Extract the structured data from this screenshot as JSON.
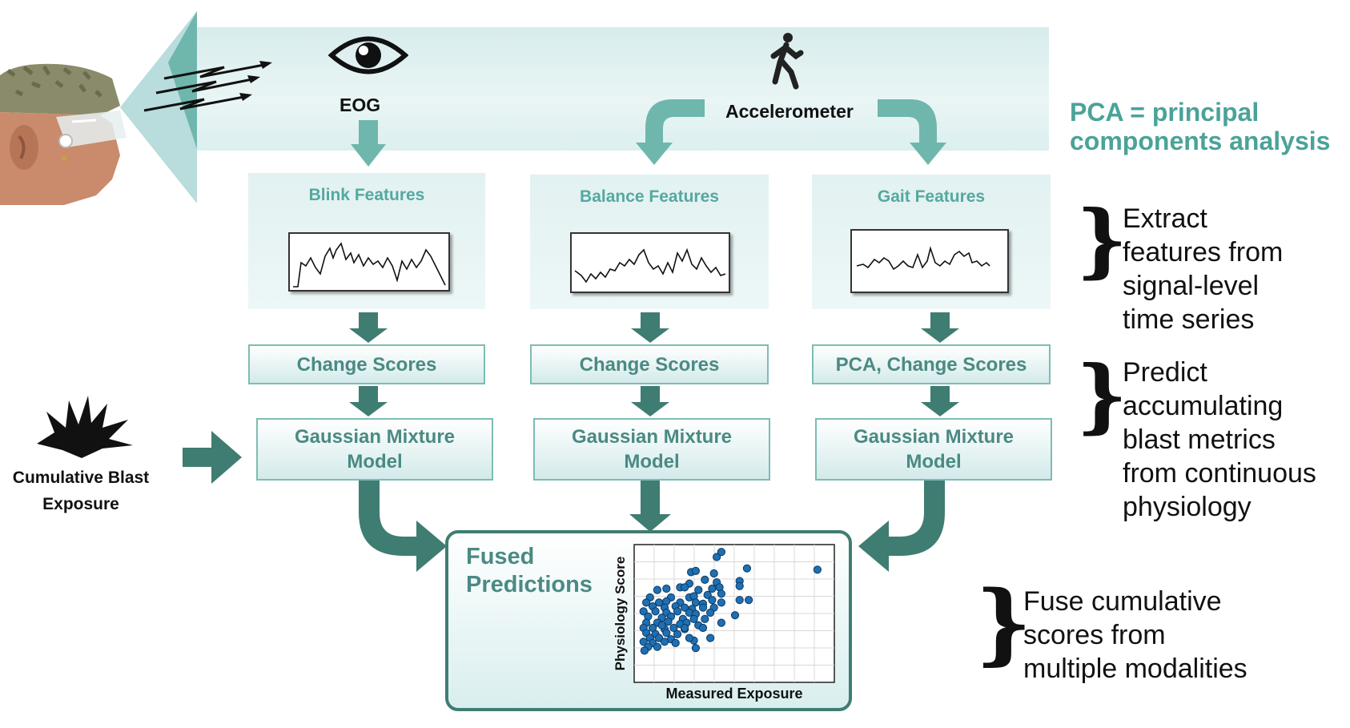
{
  "sensors": {
    "eog": {
      "label": "EOG",
      "icon": "eye-icon"
    },
    "accelerometer": {
      "label": "Accelerometer",
      "icon": "walking-person-icon"
    }
  },
  "pca_note": {
    "line1": "PCA = principal",
    "line2": "components analysis"
  },
  "columns": [
    {
      "title": "Blink Features",
      "step1": "Change Scores",
      "step2_line1": "Gaussian Mixture",
      "step2_line2": "Model"
    },
    {
      "title": "Balance Features",
      "step1": "Change Scores",
      "step2_line1": "Gaussian Mixture",
      "step2_line2": "Model"
    },
    {
      "title": "Gait Features",
      "step1": "PCA, Change Scores",
      "step2_line1": "Gaussian Mixture",
      "step2_line2": "Model"
    }
  ],
  "blast": {
    "line1": "Cumulative Blast",
    "line2": "Exposure",
    "icon": "explosion-icon"
  },
  "fused": {
    "line1": "Fused",
    "line2": "Predictions",
    "xlabel": "Measured Exposure",
    "ylabel": "Physiology Score"
  },
  "annotations": {
    "extract": [
      "Extract",
      "features from",
      "signal-level",
      "time series"
    ],
    "predict": [
      "Predict",
      "accumulating",
      "blast metrics",
      "from continuous",
      "physiology"
    ],
    "fuse": [
      "Fuse cumulative",
      "scores from",
      "multiple modalities"
    ]
  },
  "colors": {
    "teal_dark": "#3f7d72",
    "teal_arrow": "#6fb7ad",
    "teal_text": "#4aa398",
    "panel_bg": "#e2f1f1"
  },
  "scatter": [
    [
      0.85,
      0.06
    ],
    [
      0.9,
      0.02
    ],
    [
      1.18,
      0.15
    ],
    [
      1.95,
      0.16
    ],
    [
      0.57,
      0.18
    ],
    [
      0.62,
      0.17
    ],
    [
      0.82,
      0.19
    ],
    [
      0.72,
      0.24
    ],
    [
      0.55,
      0.27
    ],
    [
      0.85,
      0.26
    ],
    [
      1.1,
      0.25
    ],
    [
      0.45,
      0.3
    ],
    [
      0.5,
      0.3
    ],
    [
      0.65,
      0.32
    ],
    [
      0.8,
      0.31
    ],
    [
      0.88,
      0.3
    ],
    [
      1.1,
      0.29
    ],
    [
      0.2,
      0.32
    ],
    [
      0.3,
      0.31
    ],
    [
      0.75,
      0.36
    ],
    [
      0.9,
      0.35
    ],
    [
      0.12,
      0.38
    ],
    [
      0.35,
      0.38
    ],
    [
      0.55,
      0.38
    ],
    [
      0.6,
      0.37
    ],
    [
      0.8,
      0.4
    ],
    [
      1.1,
      0.4
    ],
    [
      1.2,
      0.4
    ],
    [
      0.08,
      0.42
    ],
    [
      0.22,
      0.42
    ],
    [
      0.3,
      0.41
    ],
    [
      0.45,
      0.42
    ],
    [
      0.62,
      0.42
    ],
    [
      0.7,
      0.43
    ],
    [
      0.9,
      0.42
    ],
    [
      0.15,
      0.45
    ],
    [
      0.28,
      0.46
    ],
    [
      0.4,
      0.45
    ],
    [
      0.5,
      0.46
    ],
    [
      0.58,
      0.47
    ],
    [
      0.7,
      0.46
    ],
    [
      0.82,
      0.46
    ],
    [
      0.05,
      0.49
    ],
    [
      0.18,
      0.49
    ],
    [
      0.3,
      0.5
    ],
    [
      0.42,
      0.49
    ],
    [
      0.55,
      0.5
    ],
    [
      0.62,
      0.51
    ],
    [
      0.78,
      0.5
    ],
    [
      1.05,
      0.52
    ],
    [
      0.1,
      0.53
    ],
    [
      0.25,
      0.54
    ],
    [
      0.35,
      0.53
    ],
    [
      0.48,
      0.55
    ],
    [
      0.6,
      0.55
    ],
    [
      0.72,
      0.55
    ],
    [
      0.08,
      0.58
    ],
    [
      0.2,
      0.58
    ],
    [
      0.32,
      0.57
    ],
    [
      0.45,
      0.59
    ],
    [
      0.52,
      0.58
    ],
    [
      0.65,
      0.6
    ],
    [
      0.05,
      0.62
    ],
    [
      0.15,
      0.62
    ],
    [
      0.28,
      0.63
    ],
    [
      0.38,
      0.62
    ],
    [
      0.5,
      0.63
    ],
    [
      0.08,
      0.66
    ],
    [
      0.18,
      0.67
    ],
    [
      0.3,
      0.66
    ],
    [
      0.42,
      0.67
    ],
    [
      0.12,
      0.7
    ],
    [
      0.22,
      0.7
    ],
    [
      0.35,
      0.71
    ],
    [
      0.05,
      0.73
    ],
    [
      0.15,
      0.74
    ],
    [
      0.28,
      0.73
    ],
    [
      0.4,
      0.74
    ],
    [
      0.6,
      0.72
    ],
    [
      0.1,
      0.77
    ],
    [
      0.2,
      0.77
    ],
    [
      0.06,
      0.8
    ],
    [
      0.5,
      0.62
    ],
    [
      0.55,
      0.7
    ],
    [
      0.7,
      0.62
    ],
    [
      0.78,
      0.7
    ],
    [
      0.62,
      0.78
    ],
    [
      0.9,
      0.58
    ],
    [
      0.25,
      0.6
    ]
  ]
}
